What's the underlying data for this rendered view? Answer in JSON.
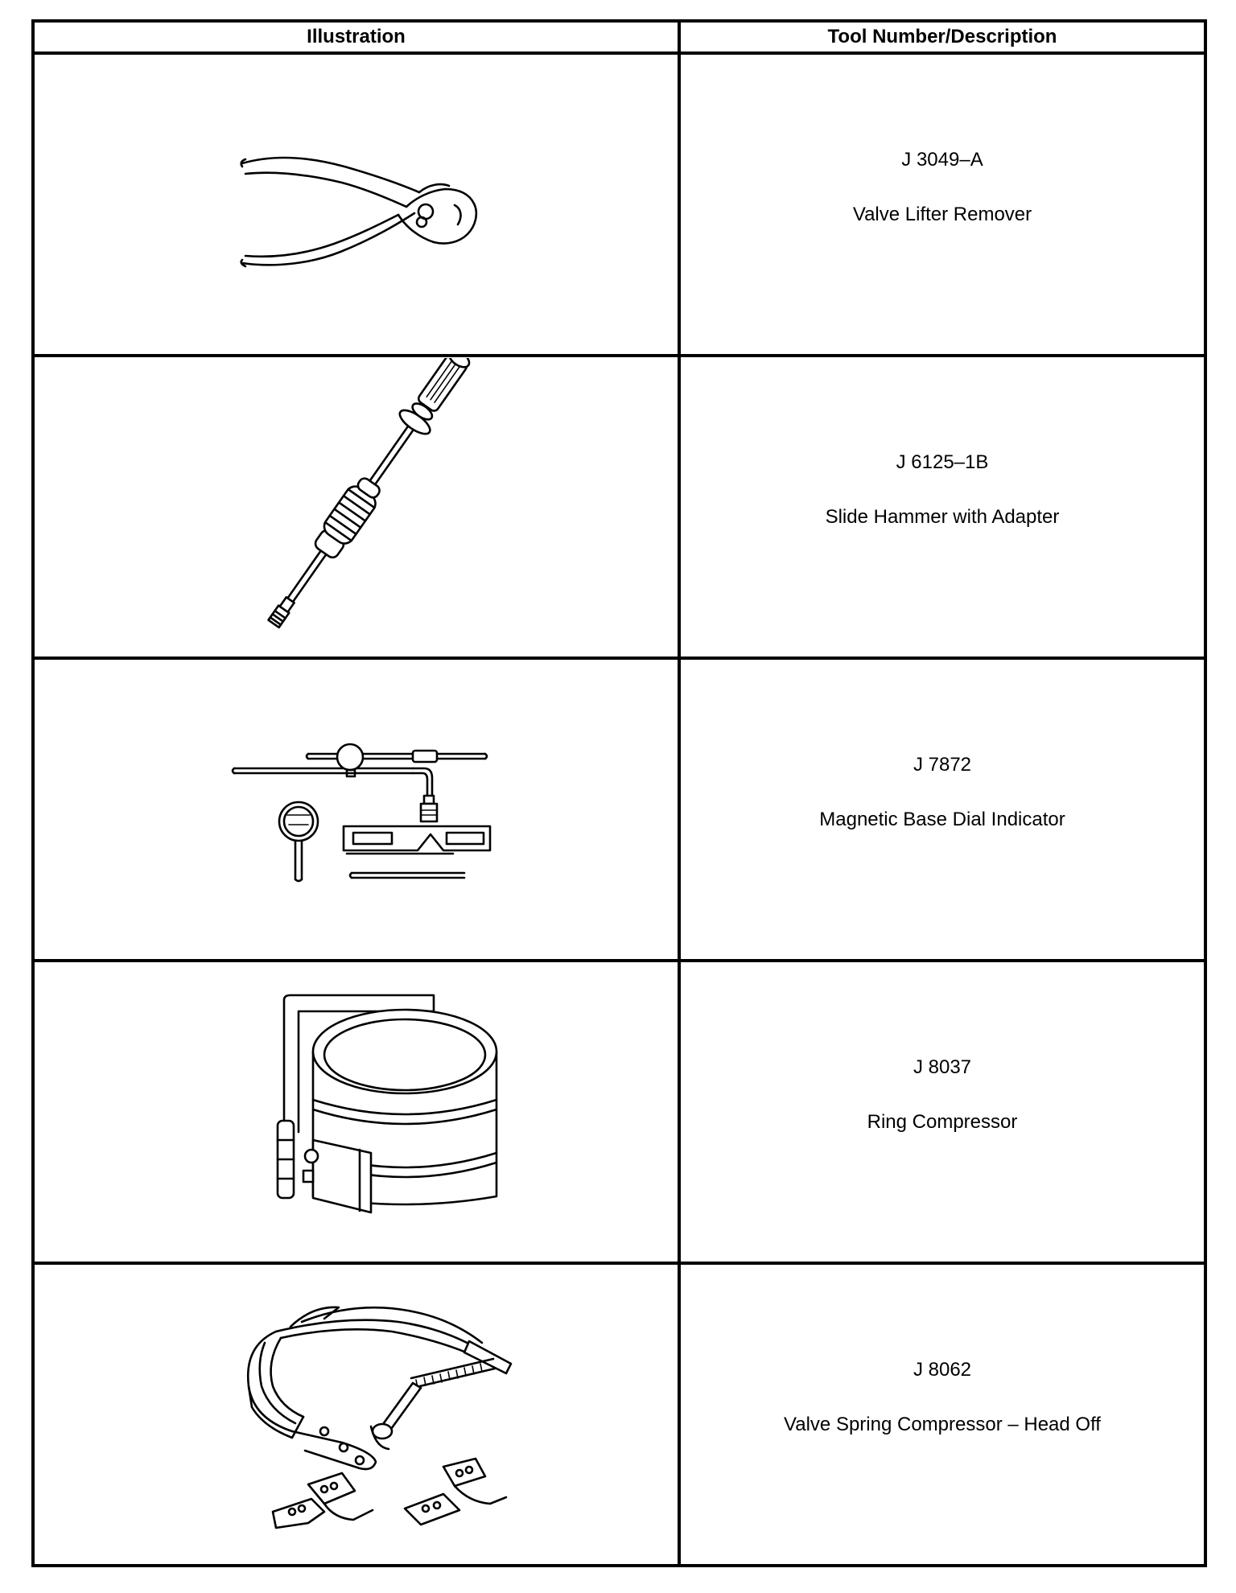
{
  "table": {
    "headers": {
      "illustration": "Illustration",
      "tool": "Tool Number/Description"
    },
    "rows": [
      {
        "number": "J 3049–A",
        "description": "Valve Lifter Remover",
        "icon": "pliers-icon"
      },
      {
        "number": "J 6125–1B",
        "description": "Slide Hammer with Adapter",
        "icon": "slide-hammer-icon"
      },
      {
        "number": "J 7872",
        "description": "Magnetic Base Dial Indicator",
        "icon": "dial-indicator-icon"
      },
      {
        "number": "J 8037",
        "description": "Ring Compressor",
        "icon": "ring-compressor-icon"
      },
      {
        "number": "J 8062",
        "description": "Valve Spring Compressor – Head Off",
        "icon": "valve-spring-compressor-icon"
      }
    ]
  }
}
